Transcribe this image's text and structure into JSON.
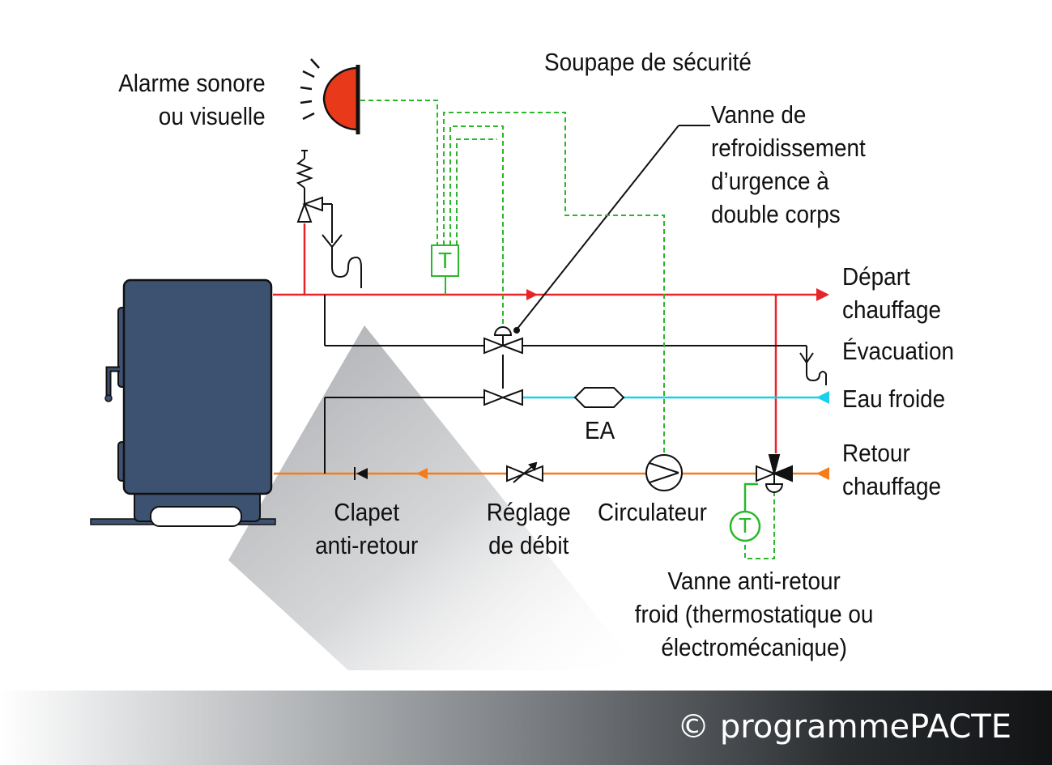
{
  "labels": {
    "alarm": [
      "Alarme sonore",
      "ou visuelle"
    ],
    "safety_valve": "Soupape de sécurité",
    "emergency_valve": [
      "Vanne de",
      "refroidissement",
      "d’urgence à",
      "double corps"
    ],
    "supply": [
      "Départ",
      "chauffage"
    ],
    "drain": "Évacuation",
    "cold_water": "Eau froide",
    "ea": "EA",
    "return": [
      "Retour",
      "chauffage"
    ],
    "check_valve": [
      "Clapet",
      "anti-retour"
    ],
    "flow_adjust": [
      "Réglage",
      "de débit"
    ],
    "circulator": "Circulateur",
    "anti_return_valve": [
      "Vanne anti-retour",
      "froid (thermostatique ou",
      "électromécanique)"
    ],
    "thermostat_symbol": "T"
  },
  "footer": {
    "copyright": "© programmePACTE"
  },
  "colors": {
    "supply_pipe": "#e8242b",
    "return_pipe": "#f57c18",
    "cold_water_pipe": "#1ad0ee",
    "sensor_line": "#2ab82a",
    "boiler": "#3d5170",
    "alarm": "#e83a1a"
  },
  "icons": [
    "boiler-icon",
    "alarm-icon",
    "safety-valve-icon",
    "thermostat-icon",
    "circulator-pump-icon",
    "check-valve-icon",
    "flow-valve-icon",
    "three-way-valve-icon",
    "backflow-preventer-icon",
    "drain-icon"
  ]
}
